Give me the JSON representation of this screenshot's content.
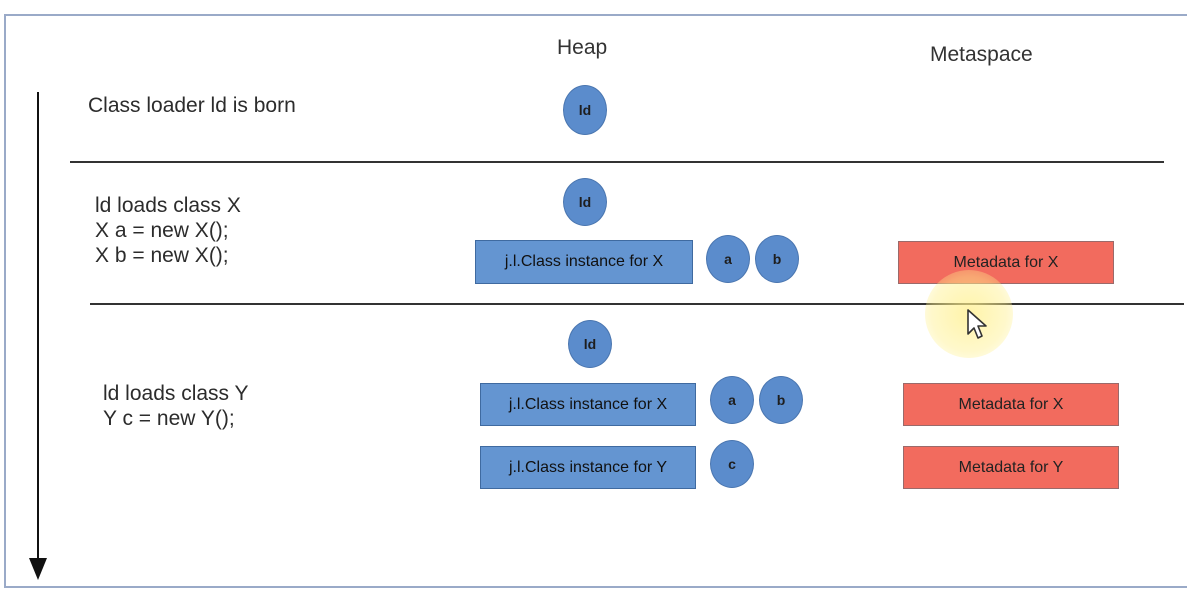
{
  "headers": {
    "heap": "Heap",
    "metaspace": "Metaspace"
  },
  "steps": [
    {
      "text": "Class loader ld is born"
    },
    {
      "text": "ld loads class X\nX a = new X();\nX b = new X();"
    },
    {
      "text": "ld loads class Y\nY c = new Y();"
    }
  ],
  "labels": {
    "ld": "ld",
    "a": "a",
    "b": "b",
    "c": "c",
    "class_x": "j.l.Class instance for X",
    "class_y": "j.l.Class instance for Y",
    "meta_x": "Metadata for X",
    "meta_y": "Metadata for Y"
  },
  "colors": {
    "heap_object": "#5b8ccc",
    "class_instance": "#6495d1",
    "metadata": "#f26b5e"
  },
  "icons": {
    "cursor": "mouse-pointer-icon",
    "timeline": "timeline-arrow-icon"
  }
}
